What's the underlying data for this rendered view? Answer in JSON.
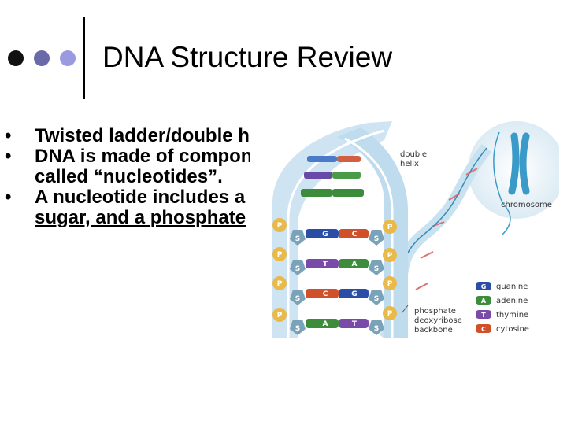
{
  "slide": {
    "title": "DNA Structure Review",
    "accent_colors": [
      "#111111",
      "#6a6aa8",
      "#9a9ae0"
    ],
    "bullets": [
      {
        "text": "Twisted ladder/double helix"
      },
      {
        "text": "DNA is made of components called “nucleotides”."
      },
      {
        "text_plain": "A nucleotide includes a ",
        "text_underlined": "base, a sugar, and a phosphate"
      }
    ]
  },
  "figure": {
    "labels": {
      "double_helix_1": "double",
      "double_helix_2": "helix",
      "chromosome": "chromosome",
      "backbone_1": "phosphate",
      "backbone_2": "deoxyribose",
      "backbone_3": "backbone",
      "phosphate_letter": "P",
      "sugar_letter": "S"
    },
    "legend": [
      {
        "letter": "G",
        "name": "guanine",
        "color": "#2a4ea8"
      },
      {
        "letter": "A",
        "name": "adenine",
        "color": "#3c8c3c"
      },
      {
        "letter": "T",
        "name": "thymine",
        "color": "#7a4aa8"
      },
      {
        "letter": "C",
        "name": "cytosine",
        "color": "#d0502a"
      }
    ],
    "rungs": [
      {
        "left": "G",
        "right": "C"
      },
      {
        "left": "T",
        "right": "A"
      },
      {
        "left": "C",
        "right": "G"
      },
      {
        "left": "A",
        "right": "T"
      }
    ],
    "colors": {
      "helix_blue": "#bcd8ec",
      "phosphate": "#e9b94a",
      "sugar": "#7aa2b8",
      "chromosome": "#3a9ac8"
    }
  }
}
